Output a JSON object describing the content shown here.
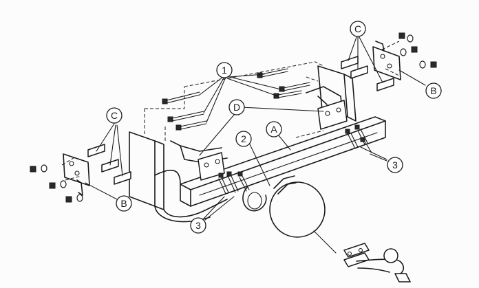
{
  "callouts": {
    "c1": "1",
    "c2": "2",
    "c3a": "3",
    "c3b": "3",
    "cA": "A",
    "cB_left": "B",
    "cB_right": "B",
    "cC_left": "C",
    "cC_right": "C",
    "cD": "D"
  }
}
